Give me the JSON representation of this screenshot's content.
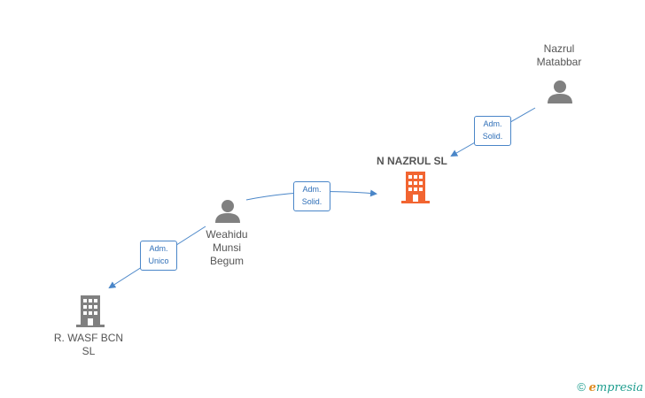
{
  "nodes": {
    "nazrul": {
      "label": "Nazrul\nMatabbar"
    },
    "weahidu": {
      "label": "Weahidu\nMunsi\nBegum"
    },
    "main_company": {
      "label": "N NAZRUL  SL"
    },
    "wasf": {
      "label": "R. WASF BCN\nSL"
    }
  },
  "edges": {
    "nazrul_to_main": {
      "label": "Adm.\nSolid."
    },
    "weahidu_to_main": {
      "label": "Adm.\nSolid."
    },
    "weahidu_to_wasf": {
      "label": "Adm.\nUnico"
    }
  },
  "watermark": {
    "symbol": "©",
    "brand_initial": "e",
    "brand_rest": "mpresia"
  },
  "colors": {
    "edge": "#4a86c8",
    "person_icon": "#808080",
    "company_icon": "#808080",
    "main_company_icon": "#f26531"
  }
}
